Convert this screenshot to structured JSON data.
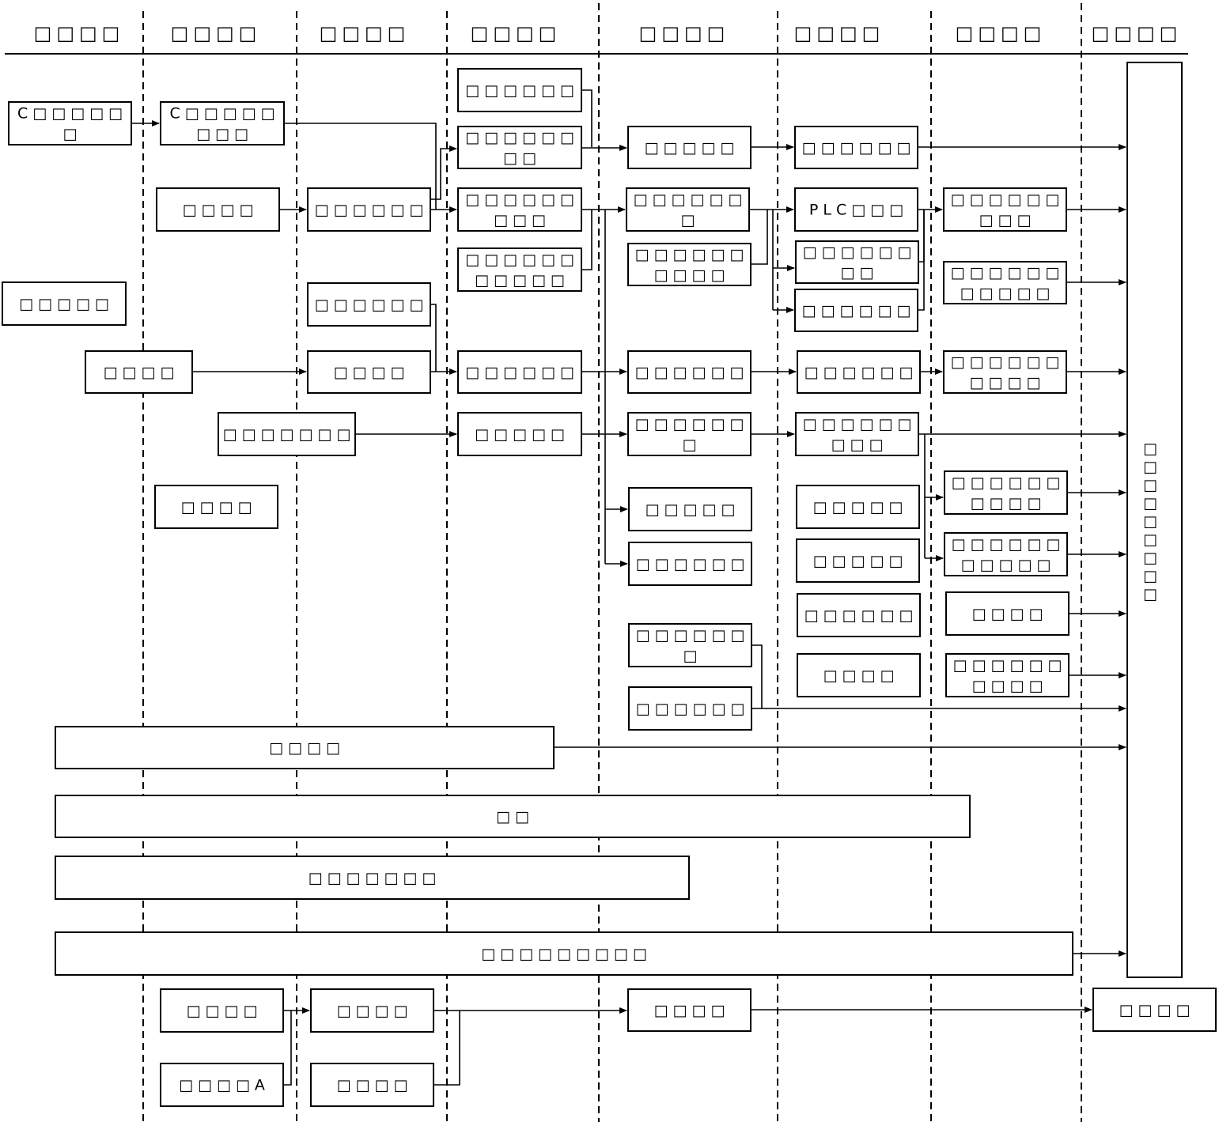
{
  "headers": [
    "□□□□",
    "□□□□",
    "□□□□",
    "□□□□",
    "□□□□",
    "□□□□",
    "□□□□",
    "□□□□"
  ],
  "boxes": {
    "c1_a": [
      "C□□□□□",
      "□"
    ],
    "c1_b": [
      "□□□□□"
    ],
    "c1_c": [
      "□□□□"
    ],
    "w1": [
      "□□□□"
    ],
    "w2": [
      "□□"
    ],
    "w3": [
      "□□□□□□□"
    ],
    "w4": [
      "□□□□□□□□□"
    ],
    "c2_a": [
      "C□□□□□",
      "□□□"
    ],
    "c2_b": [
      "□□□□"
    ],
    "c2_c": [
      "□□□□□□□"
    ],
    "c2_d": [
      "□□□□"
    ],
    "c2_e": [
      "□□□□"
    ],
    "c2_f": [
      "□□□□A"
    ],
    "c3_a": [
      "□□□□□□"
    ],
    "c3_b": [
      "□□□□□□"
    ],
    "c3_c": [
      "□□□□"
    ],
    "c3_d": [
      "□□□□"
    ],
    "c3_e": [
      "□□□□"
    ],
    "c4_a": [
      "□□□□□□"
    ],
    "c4_b": [
      "□□□□□□",
      "□□"
    ],
    "c4_c": [
      "□□□□□□",
      "□□□"
    ],
    "c4_d": [
      "□□□□□□",
      "□□□□□"
    ],
    "c4_e": [
      "□□□□□□"
    ],
    "c4_f": [
      "□□□□□"
    ],
    "c5_a": [
      "□□□□□"
    ],
    "c5_b": [
      "□□□□□□",
      "□"
    ],
    "c5_c": [
      "□□□□□□",
      "□□□□"
    ],
    "c5_d": [
      "□□□□□□"
    ],
    "c5_e": [
      "□□□□□□",
      "□"
    ],
    "c5_f": [
      "□□□□□"
    ],
    "c5_g": [
      "□□□□□□"
    ],
    "c5_h": [
      "□□□□□□",
      "□"
    ],
    "c5_i": [
      "□□□□□□"
    ],
    "c5_j": [
      "□□□□"
    ],
    "c6_a": [
      "□□□□□□"
    ],
    "c6_b": [
      "PLC□□□"
    ],
    "c6_c": [
      "□□□□□□",
      "□□"
    ],
    "c6_d": [
      "□□□□□□"
    ],
    "c6_e": [
      "□□□□□□"
    ],
    "c6_f": [
      "□□□□□□",
      "□□□"
    ],
    "c6_g": [
      "□□□□□"
    ],
    "c6_h": [
      "□□□□□"
    ],
    "c6_i": [
      "□□□□□□"
    ],
    "c6_j": [
      "□□□□"
    ],
    "c7_a": [
      "□□□□□□",
      "□□□"
    ],
    "c7_b": [
      "□□□□□□",
      "□□□□□"
    ],
    "c7_c": [
      "□□□□□□",
      "□□□□"
    ],
    "c7_d": [
      "□□□□□□",
      "□□□□"
    ],
    "c7_e": [
      "□□□□□□",
      "□□□□□"
    ],
    "c7_f": [
      "□□□□"
    ],
    "c7_g": [
      "□□□□□□",
      "□□□□"
    ],
    "c8_a": [
      "□",
      "□",
      "□",
      "□",
      "□",
      "□",
      "□",
      "□",
      "□"
    ],
    "c8_b": [
      "□□□□"
    ]
  }
}
